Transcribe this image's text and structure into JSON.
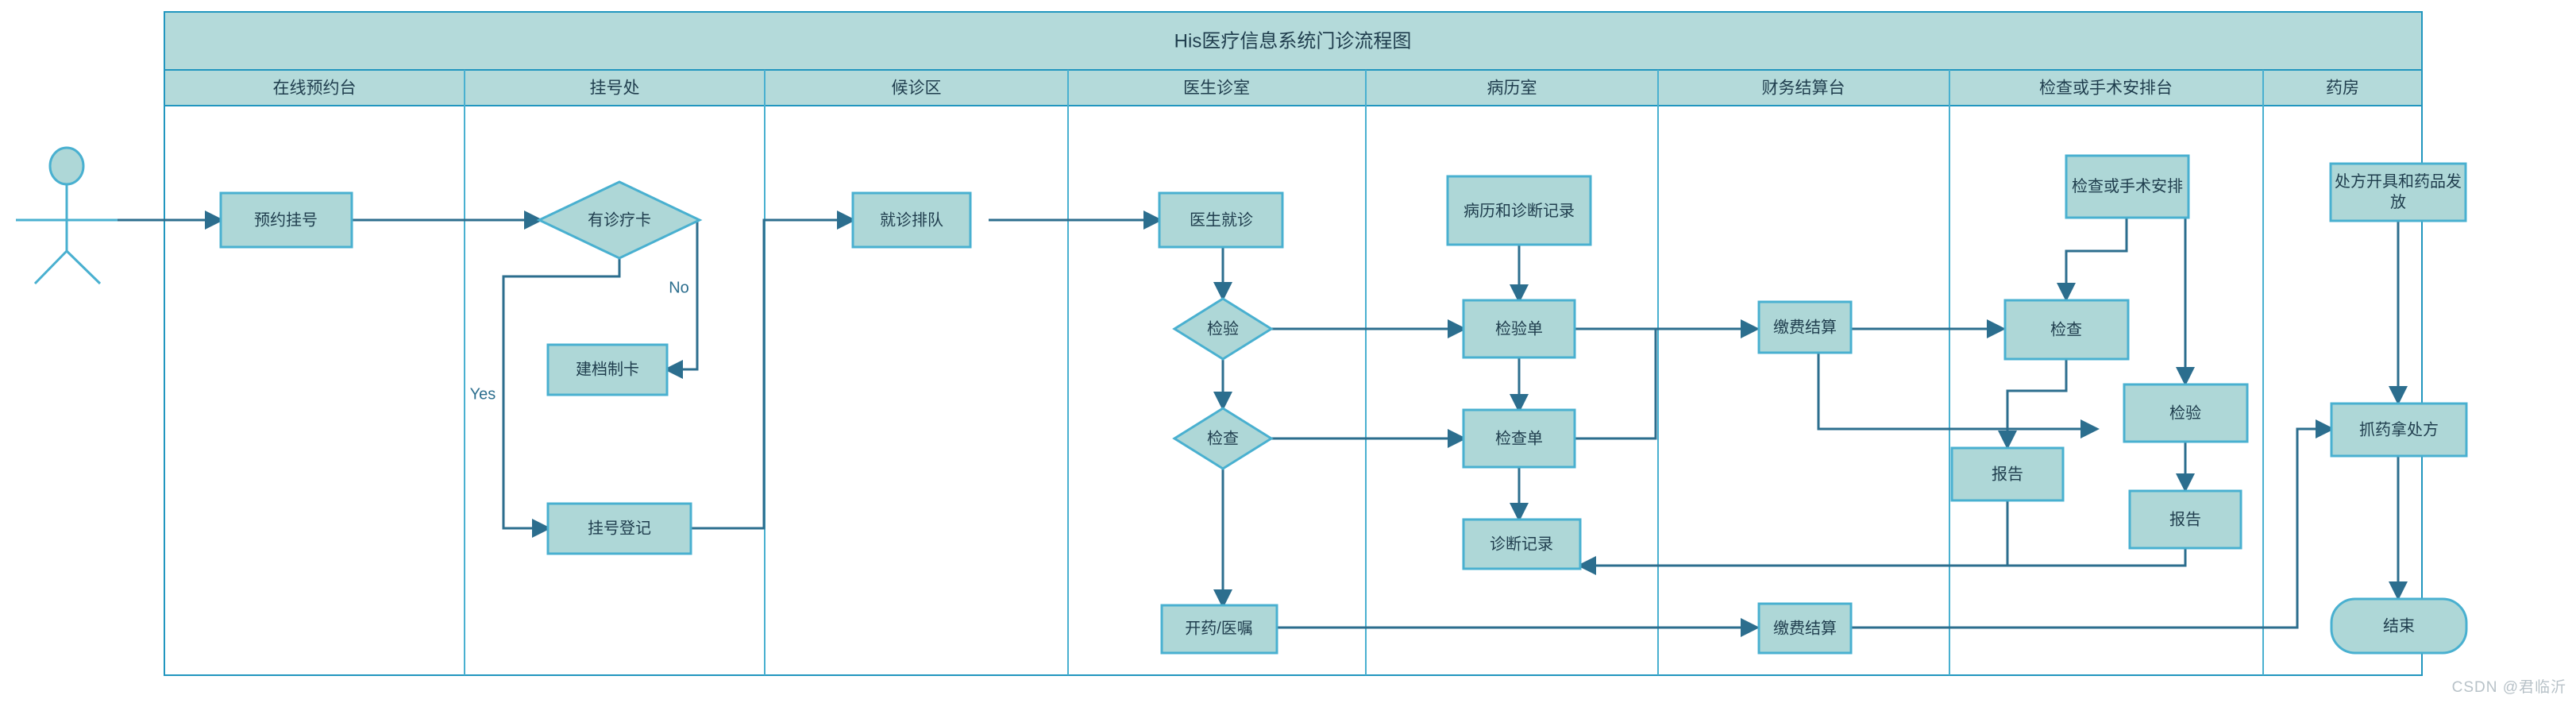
{
  "diagram": {
    "title": "His医疗信息系统门诊流程图",
    "type": "swimlane-flowchart",
    "watermark": "CSDN @君临沂",
    "colors": {
      "node_fill": "#aed7d7",
      "node_stroke": "#49b0d0",
      "lane_header_fill": "#b4dada",
      "edge_stroke": "#2c6e8e",
      "frame_stroke": "#2196bf",
      "text": "#1f3d4d"
    },
    "lanes": [
      {
        "id": "lane-online-booking",
        "label": "在线预约台"
      },
      {
        "id": "lane-registration",
        "label": "挂号处"
      },
      {
        "id": "lane-waiting-area",
        "label": "候诊区"
      },
      {
        "id": "lane-doctor-office",
        "label": "医生诊室"
      },
      {
        "id": "lane-records-room",
        "label": "病历室"
      },
      {
        "id": "lane-finance-desk",
        "label": "财务结算台"
      },
      {
        "id": "lane-exam-scheduling",
        "label": "检查或手术安排台"
      },
      {
        "id": "lane-pharmacy",
        "label": "药房"
      }
    ],
    "nodes": [
      {
        "id": "n-actor",
        "label": "",
        "shape": "actor",
        "lane": "lane-online-booking"
      },
      {
        "id": "n-booking",
        "label": "预约挂号",
        "shape": "rect",
        "lane": "lane-online-booking"
      },
      {
        "id": "n-has-card",
        "label": "有诊疗卡",
        "shape": "diamond",
        "lane": "lane-registration"
      },
      {
        "id": "n-create-card",
        "label": "建档制卡",
        "shape": "rect",
        "lane": "lane-registration"
      },
      {
        "id": "n-register",
        "label": "挂号登记",
        "shape": "rect",
        "lane": "lane-registration"
      },
      {
        "id": "n-queue",
        "label": "就诊排队",
        "shape": "rect",
        "lane": "lane-waiting-area"
      },
      {
        "id": "n-see-doctor",
        "label": "医生就诊",
        "shape": "rect",
        "lane": "lane-doctor-office"
      },
      {
        "id": "n-lab-test",
        "label": "检验",
        "shape": "diamond",
        "lane": "lane-doctor-office"
      },
      {
        "id": "n-exam",
        "label": "检查",
        "shape": "diamond",
        "lane": "lane-doctor-office"
      },
      {
        "id": "n-prescribe",
        "label": "开药/医嘱",
        "shape": "rect",
        "lane": "lane-doctor-office"
      },
      {
        "id": "n-medical-record",
        "label": "病历和诊断记录",
        "shape": "rect",
        "lane": "lane-records-room"
      },
      {
        "id": "n-lab-order",
        "label": "检验单",
        "shape": "rect",
        "lane": "lane-records-room"
      },
      {
        "id": "n-exam-order",
        "label": "检查单",
        "shape": "rect",
        "lane": "lane-records-room"
      },
      {
        "id": "n-diagnosis-record",
        "label": "诊断记录",
        "shape": "rect",
        "lane": "lane-records-room"
      },
      {
        "id": "n-payment-1",
        "label": "缴费结算",
        "shape": "rect",
        "lane": "lane-finance-desk"
      },
      {
        "id": "n-payment-2",
        "label": "缴费结算",
        "shape": "rect",
        "lane": "lane-finance-desk"
      },
      {
        "id": "n-schedule",
        "label": "检查或手术安排",
        "shape": "rect",
        "lane": "lane-exam-scheduling"
      },
      {
        "id": "n-do-exam",
        "label": "检查",
        "shape": "rect",
        "lane": "lane-exam-scheduling"
      },
      {
        "id": "n-do-lab",
        "label": "检验",
        "shape": "rect",
        "lane": "lane-exam-scheduling"
      },
      {
        "id": "n-report-exam",
        "label": "报告",
        "shape": "rect",
        "lane": "lane-exam-scheduling"
      },
      {
        "id": "n-report-lab",
        "label": "报告",
        "shape": "rect",
        "lane": "lane-exam-scheduling"
      },
      {
        "id": "n-pharmacy-issue",
        "label": "处方开具和药品发放",
        "shape": "rect",
        "lane": "lane-pharmacy"
      },
      {
        "id": "n-get-medicine",
        "label": "抓药拿处方",
        "shape": "rect",
        "lane": "lane-pharmacy"
      },
      {
        "id": "n-end",
        "label": "结束",
        "shape": "rounded",
        "lane": "lane-pharmacy"
      }
    ],
    "edge_labels": [
      {
        "id": "edge-label-no",
        "label": "No"
      },
      {
        "id": "edge-label-yes",
        "label": "Yes"
      }
    ]
  }
}
